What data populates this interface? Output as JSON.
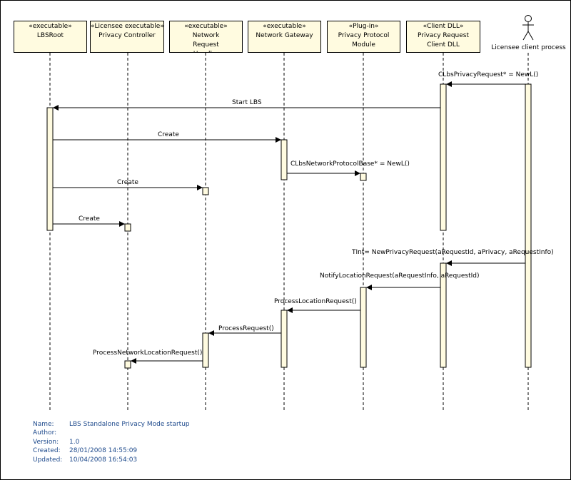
{
  "lifelines": [
    {
      "stereotype": "«executable»",
      "name": "LBSRoot"
    },
    {
      "stereotype": "«Licensee executable»",
      "name": "Privacy Controller"
    },
    {
      "stereotype": "«executable»",
      "name": "Network Request Handler"
    },
    {
      "stereotype": "«executable»",
      "name": "Network Gateway"
    },
    {
      "stereotype": "«Plug-in»",
      "name": "Privacy Protocol Module"
    },
    {
      "stereotype": "«Client DLL»",
      "name": "Privacy Request Client DLL"
    }
  ],
  "actor": {
    "name": "Licensee client process"
  },
  "messages": {
    "m1": "CLbsPrivacyRequest* = NewL()",
    "m2": "Start LBS",
    "m3": "Create",
    "m4": "CLbsNetworkProtocolBase* = NewL()",
    "m5": "Create",
    "m6": "Create",
    "m7": "TInt= NewPrivacyRequest(aRequestId, aPrivacy, aRequestInfo)",
    "m8": "NotifyLocationRequest(aRequestInfo, aRequestId)",
    "m9": "ProcessLocationRequest()",
    "m10": "ProcessRequest()",
    "m11": "ProcessNetworkLocationRequest()"
  },
  "info": {
    "name_label": "Name:",
    "name_value": "LBS Standalone Privacy Mode startup",
    "author_label": "Author:",
    "author_value": "",
    "version_label": "Version:",
    "version_value": "1.0",
    "created_label": "Created:",
    "created_value": "28/01/2008 14:55:09",
    "updated_label": "Updated:",
    "updated_value": "10/04/2008 16:54:03"
  },
  "colors": {
    "box_fill": "#fffbe0",
    "info_text": "#1e4a8c"
  }
}
